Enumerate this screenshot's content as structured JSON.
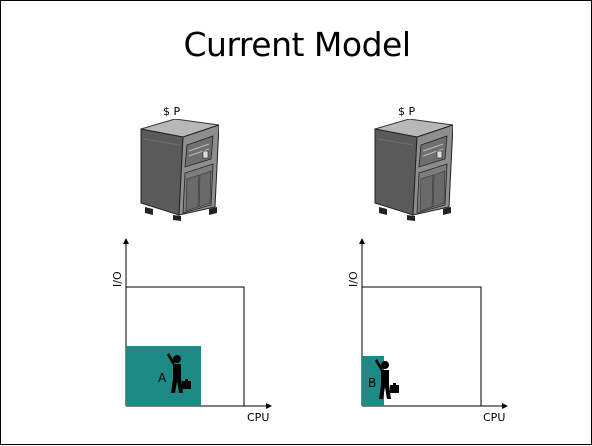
{
  "slide": {
    "title": "Current Model"
  },
  "servers": [
    {
      "cost_label": "$ P",
      "icon": "server-tower-icon"
    },
    {
      "cost_label": "$ P",
      "icon": "server-tower-icon"
    }
  ],
  "plots": [
    {
      "y_label": "I/O",
      "x_label": "CPU",
      "workload_label": "A",
      "workload_fill": "#1d8a86",
      "icon": "worker-with-briefcase-icon"
    },
    {
      "y_label": "I/O",
      "x_label": "CPU",
      "workload_label": "B",
      "workload_fill": "#1d8a86",
      "icon": "worker-with-briefcase-icon"
    }
  ]
}
